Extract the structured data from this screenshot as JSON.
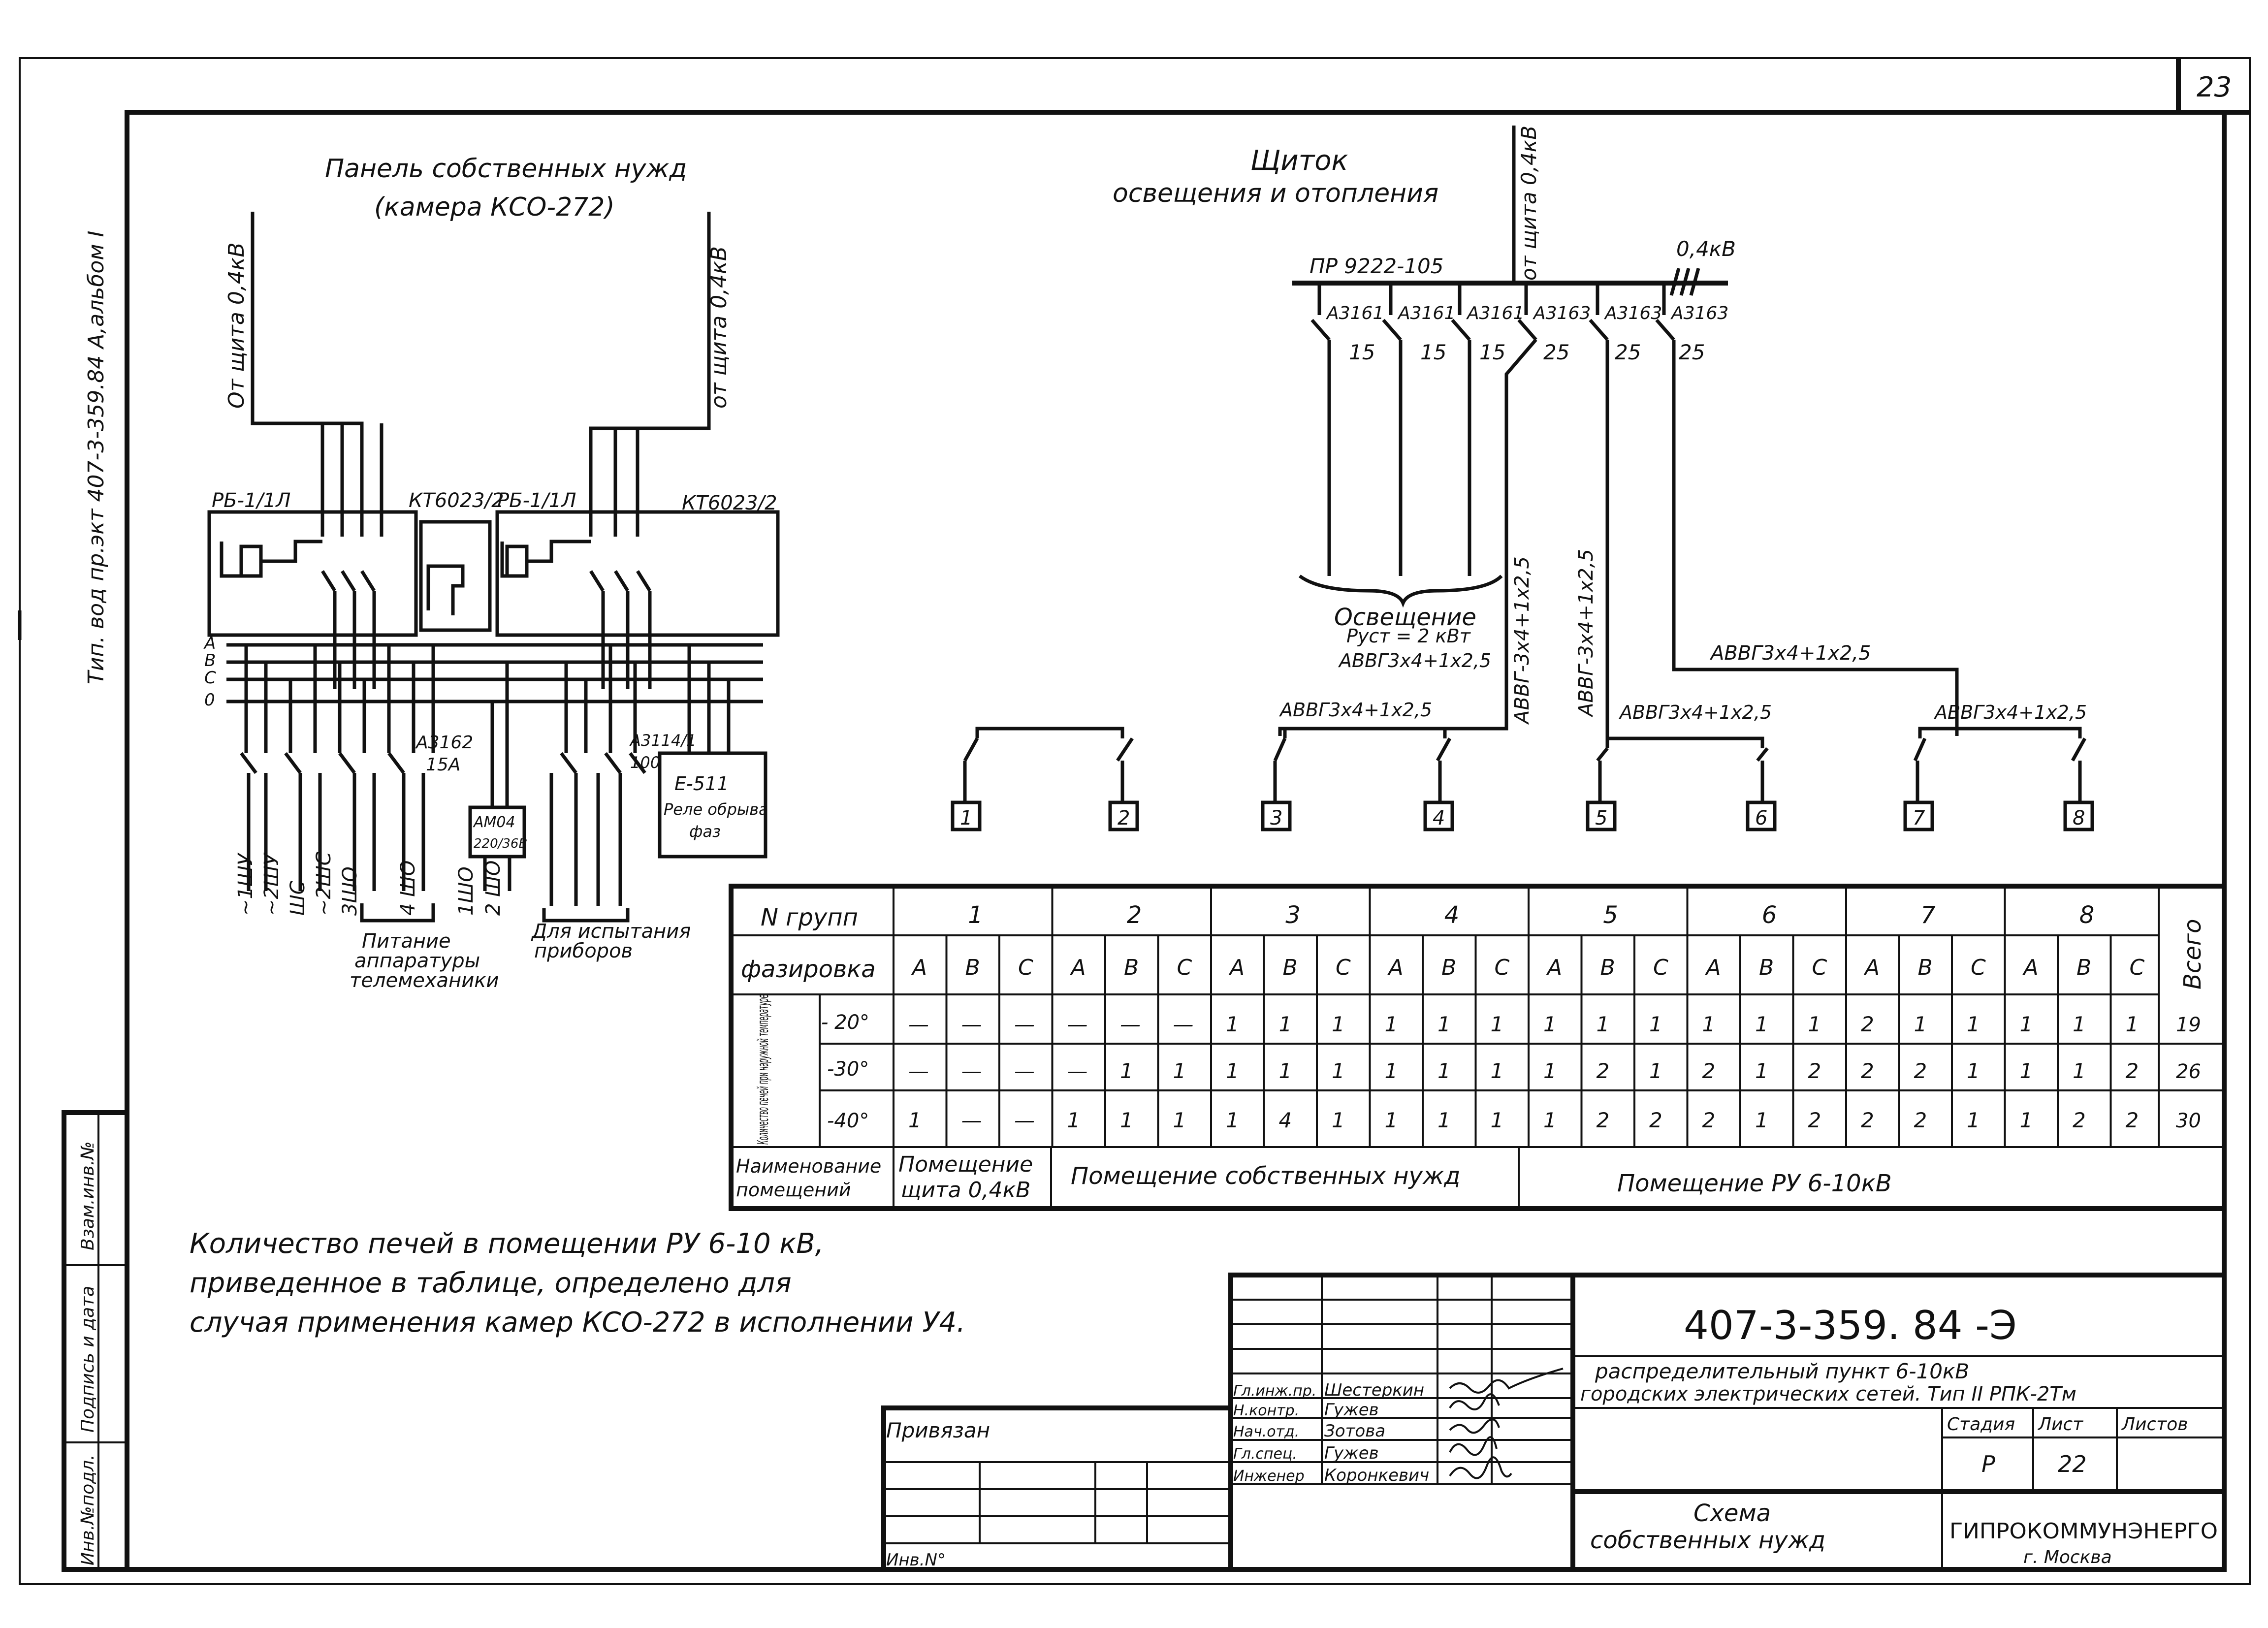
{
  "page_number": "23",
  "side_stamp": "Тип. вод пр.экт 407-3-359.84 А,альбом I",
  "left_panel": {
    "title_line1": "Панель собственных нужд",
    "title_line2": "(камера КСО-272)",
    "feed_left": "От щита 0,4кВ",
    "feed_right": "от щита 0,4кВ",
    "box1_label": "РБ-1/1Л",
    "box2_label": "КТ6023/2",
    "box3_label": "РБ-1/1Л",
    "box4_label": "КТ6023/2",
    "phases": [
      "А",
      "В",
      "С",
      "0"
    ],
    "breaker_a": "А3162",
    "breaker_a_rating": "15А",
    "breaker_b": "А3114/1",
    "breaker_b_rating": "100",
    "am_box_line1": "АМ04",
    "am_box_line2": "220/36В",
    "relay_line1": "Е-511",
    "relay_line2": "Реле обрыва",
    "relay_line3": "фаз",
    "outputs": [
      "~1ШУ",
      "~2ШУ",
      "ШС",
      "~2ШС",
      "3ШО",
      "4 ШО",
      "1ШО",
      "2 ШО"
    ],
    "note_tele_1": "Питание",
    "note_tele_2": "аппаратуры",
    "note_tele_3": "телемеханики",
    "note_test_1": "Для испытания",
    "note_test_2": "приборов"
  },
  "right_panel": {
    "title_line1": "Щиток",
    "title_line2": "освещения и отопления",
    "feed": "от щита 0,4кВ",
    "panel_type": "ПР 9222-105",
    "voltage": "0,4кВ",
    "breakers": [
      {
        "type": "А3161",
        "rating": "15"
      },
      {
        "type": "А3161",
        "rating": "15"
      },
      {
        "type": "А3161",
        "rating": "15"
      },
      {
        "type": "А3163",
        "rating": "25"
      },
      {
        "type": "А3163",
        "rating": "25"
      },
      {
        "type": "А3163",
        "rating": "25"
      }
    ],
    "lighting_label": "Освещение",
    "lighting_power": "Руст = 2 кВт",
    "lighting_cable": "АВВГ3х4+1х2,5",
    "cable_vert_1": "АВВГ-3х4+1х2,5",
    "cable_vert_2": "АВВГ-3х4+1х2,5",
    "cable_horiz": "АВВГ3х4+1х2,5",
    "pair_cables": [
      "АВВГ3х4+1х2,5",
      "АВВГ3х4+1х2,5",
      "АВВГ3х4+1х2,5"
    ],
    "groups": [
      "1",
      "2",
      "3",
      "4",
      "5",
      "6",
      "7",
      "8"
    ]
  },
  "table": {
    "header_groups": "N групп",
    "header_phasing": "фазировка",
    "header_total": "Всего",
    "header_qty": "Количество печей при наружной температуре",
    "header_rooms_1": "Наименование",
    "header_rooms_2": "помещений",
    "group_numbers": [
      "1",
      "2",
      "3",
      "4",
      "5",
      "6",
      "7",
      "8"
    ],
    "phases": [
      "А",
      "В",
      "С"
    ],
    "rows": [
      {
        "temp": "- 20°",
        "values": [
          "—",
          "—",
          "—",
          "—",
          "—",
          "—",
          "1",
          "1",
          "1",
          "1",
          "1",
          "1",
          "1",
          "1",
          "1",
          "1",
          "1",
          "1",
          "2",
          "1",
          "1",
          "1",
          "1",
          "1"
        ],
        "total": "19"
      },
      {
        "temp": "-30°",
        "values": [
          "—",
          "—",
          "—",
          "—",
          "1",
          "1",
          "1",
          "1",
          "1",
          "1",
          "1",
          "1",
          "1",
          "2",
          "1",
          "2",
          "1",
          "2",
          "2",
          "2",
          "1",
          "1",
          "1",
          "2"
        ],
        "total": "26"
      },
      {
        "temp": "-40°",
        "values": [
          "1",
          "—",
          "—",
          "1",
          "1",
          "1",
          "1",
          "4",
          "1",
          "1",
          "1",
          "1",
          "1",
          "2",
          "2",
          "2",
          "1",
          "2",
          "2",
          "2",
          "1",
          "1",
          "2",
          "2"
        ],
        "total": "30"
      }
    ],
    "room_1_line1": "Помещение",
    "room_1_line2": "щита 0,4кВ",
    "room_2": "Помещение собственных нужд",
    "room_3": "Помещение РУ 6-10кВ"
  },
  "note": {
    "line1": "Количество печей в помещении РУ 6-10 кВ,",
    "line2": "приведенное в таблице, определено для",
    "line3": "случая применения камер КСО-272 в исполнении У4."
  },
  "left_strip": {
    "inv_sub": "Инв.№подл.",
    "sign_date": "Подпись и дата",
    "inv_swap": "Взам.инв.№"
  },
  "title_block": {
    "doc_number": "407-3-359. 84 -Э",
    "description_line1": "распределительный пункт 6-10кВ",
    "description_line2": "городских электрических сетей. Тип II РПК-2Тм",
    "stage_label": "Стадия",
    "sheet_label": "Лист",
    "sheets_label": "Листов",
    "stage": "Р",
    "sheet": "22",
    "sheet_title_1": "Схема",
    "sheet_title_2": "собственных нужд",
    "company": "ГИПРОКОММУНЭНЕРГО",
    "city": "г. Москва",
    "attached": "Привязан",
    "inv_no": "Инв.N°",
    "roles": [
      {
        "role": "Гл.инж.пр.",
        "name": "Шестеркин"
      },
      {
        "role": "Н.контр.",
        "name": "Гужев"
      },
      {
        "role": "Нач.отд.",
        "name": "Зотова"
      },
      {
        "role": "Гл.спец.",
        "name": "Гужев"
      },
      {
        "role": "Инженер",
        "name": "Коронкевич"
      }
    ]
  }
}
